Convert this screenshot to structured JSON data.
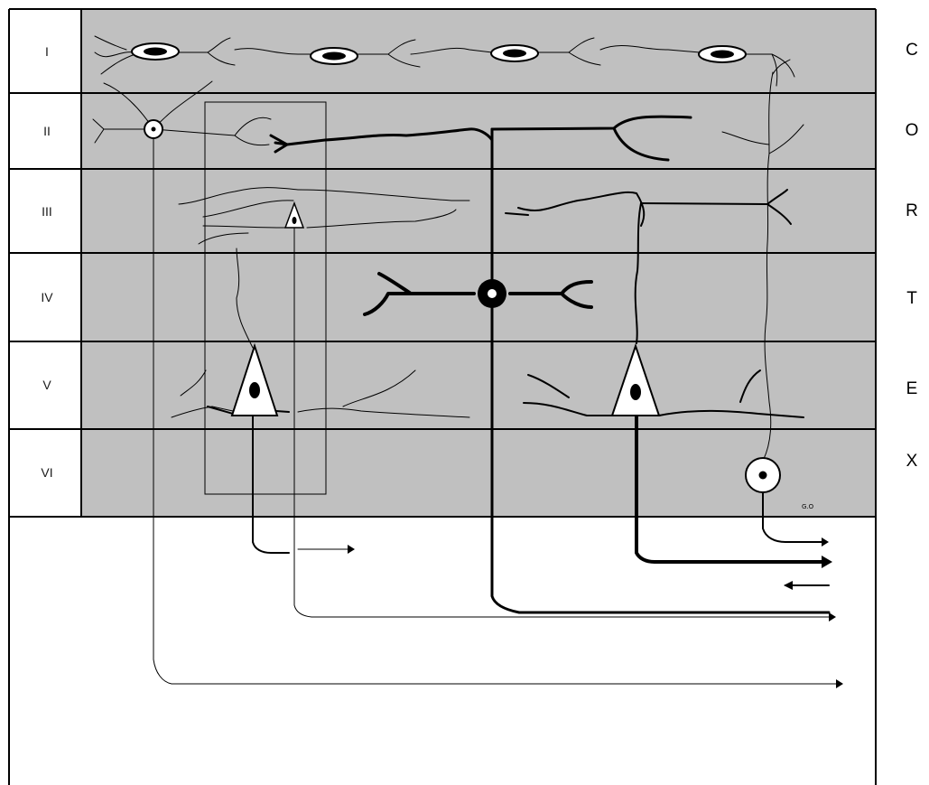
{
  "diagram": {
    "layers": [
      {
        "id": "I",
        "label": "I"
      },
      {
        "id": "II",
        "label": "II"
      },
      {
        "id": "III",
        "label": "III"
      },
      {
        "id": "IV",
        "label": "IV"
      },
      {
        "id": "V",
        "label": "V"
      },
      {
        "id": "VI",
        "label": "VI"
      }
    ],
    "side_letters": [
      "C",
      "O",
      "R",
      "T",
      "E",
      "X"
    ],
    "signature": "G.O",
    "colors": {
      "cortex_fill": "#c0c0c0",
      "label_column": "#ffffff",
      "lines": "#000000",
      "background": "#ffffff"
    }
  }
}
